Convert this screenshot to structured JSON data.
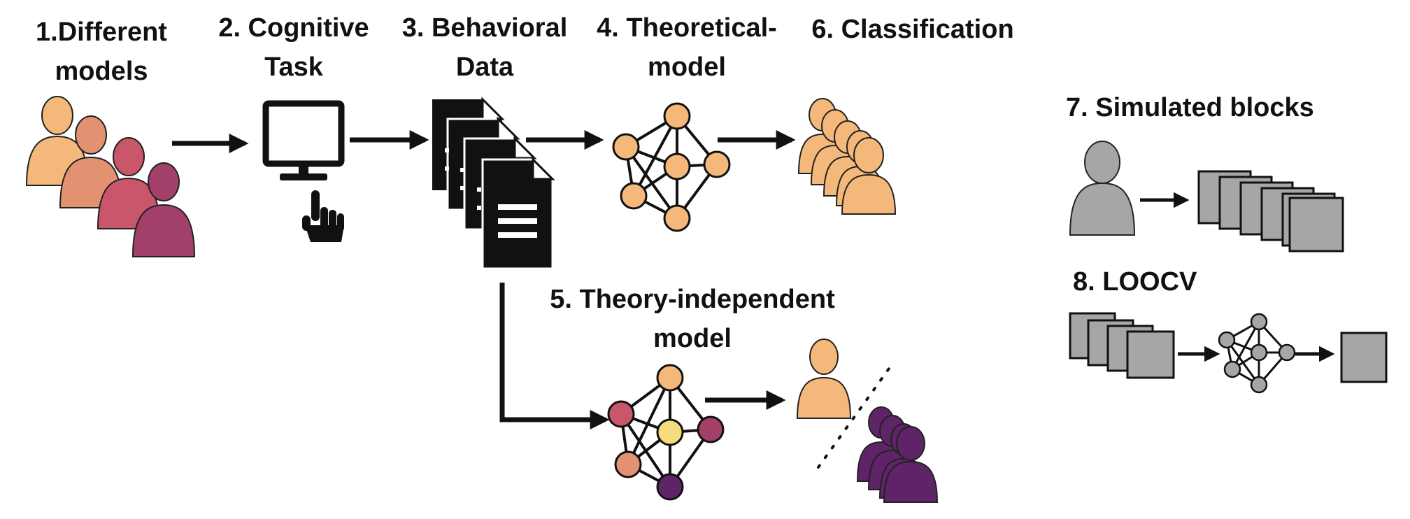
{
  "steps": {
    "s1": {
      "line1": "1.Different",
      "line2": "models"
    },
    "s2": {
      "line1": "2. Cognitive",
      "line2": "Task"
    },
    "s3": {
      "line1": "3. Behavioral",
      "line2": "Data"
    },
    "s4": {
      "line1": "4. Theoretical-",
      "line2": "model"
    },
    "s5": {
      "line1": "5. Theory-independent",
      "line2": "model"
    },
    "s6": {
      "line1": "6. Classification"
    },
    "s7": {
      "line1": "7. Simulated blocks"
    },
    "s8": {
      "line1": "8. LOOCV"
    }
  },
  "colors": {
    "peach": "#f4b97a",
    "salmon": "#e39271",
    "rose": "#c9566a",
    "plum": "#a2406a",
    "yellow": "#f5dc7c",
    "purple": "#5e2467",
    "grey": "#a6a6a6",
    "black": "#111111"
  }
}
